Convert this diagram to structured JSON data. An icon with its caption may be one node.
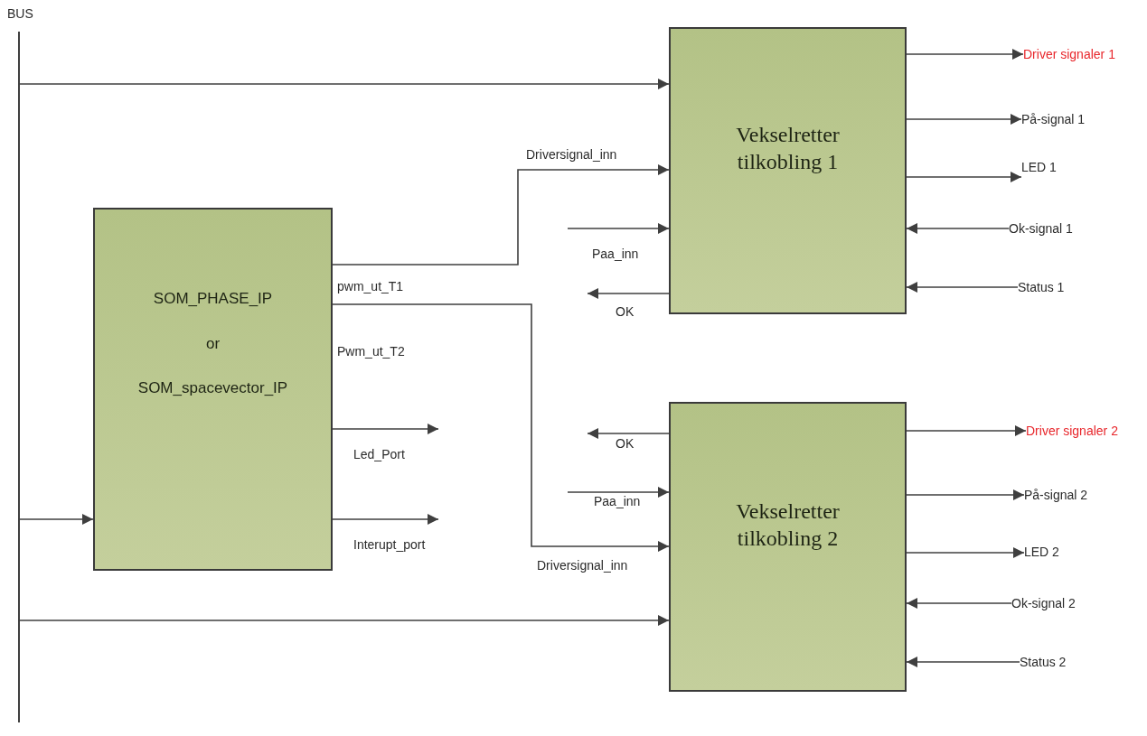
{
  "diagram": {
    "nodes": [
      {
        "text": [],
        "shape": "bar"
      },
      {
        "text": [
          "SOM_PHASE_IP",
          "or",
          "SOM_spacevector_IP"
        ]
      },
      {
        "text": [
          "Vekselretter tilkobling 1"
        ]
      },
      {
        "text": [
          "Vekselretter tilkobling 2"
        ]
      },
      {
        "text": [
          "Driver signaler 1"
        ]
      },
      {
        "text": [
          "På-signal 1"
        ]
      },
      {
        "text": [
          "LED 1"
        ]
      },
      {
        "text": [
          "Ok-signal 1"
        ]
      },
      {
        "text": [
          "Status 1"
        ]
      },
      {
        "text": [
          "Driver signaler 2"
        ]
      },
      {
        "text": [
          "På-signal 2"
        ]
      },
      {
        "text": [
          "LED 2"
        ]
      },
      {
        "text": [
          "Ok-signal 2"
        ]
      },
      {
        "text": [
          "Status 2"
        ]
      }
    ],
    "edges": [
      {
        "from": 0,
        "to": 2,
        "arrow": "to"
      },
      {
        "from": 1,
        "to": 2,
        "arrow": "to",
        "label": "pwm_ut_T1"
      },
      {
        "from": null,
        "to": 2,
        "arrow": "to",
        "label": "Paa_inn"
      },
      {
        "from": 2,
        "to": null,
        "arrow": "to",
        "label": "OK"
      },
      {
        "from": 2,
        "to": 4,
        "arrow": "to"
      },
      {
        "from": 2,
        "to": 5,
        "arrow": "to"
      },
      {
        "from": 2,
        "to": 6,
        "arrow": "to"
      },
      {
        "from": 7,
        "to": 2,
        "arrow": "to"
      },
      {
        "from": 8,
        "to": 2,
        "arrow": "to"
      },
      {
        "from": 1,
        "to": null,
        "arrow": "to",
        "label": "Led_Port"
      },
      {
        "from": 0,
        "to": 1,
        "arrow": "to"
      },
      {
        "from": 1,
        "to": null,
        "arrow": "to",
        "label": "Interupt_port"
      },
      {
        "from": 1,
        "to": 3,
        "arrow": "to",
        "label": "Pwm_ut_T2"
      },
      {
        "from": 3,
        "to": null,
        "arrow": "to",
        "label": "OK"
      },
      {
        "from": null,
        "to": 3,
        "arrow": "to",
        "label": "Paa_inn"
      },
      {
        "from": 0,
        "to": 3,
        "arrow": "to"
      },
      {
        "from": 3,
        "to": 9,
        "arrow": "to"
      },
      {
        "from": 3,
        "to": 10,
        "arrow": "to"
      },
      {
        "from": 3,
        "to": 11,
        "arrow": "to"
      },
      {
        "from": 12,
        "to": 3,
        "arrow": "to"
      },
      {
        "from": 13,
        "to": 3,
        "arrow": "to"
      }
    ],
    "labels": [
      "BUS",
      "Driversignal_inn",
      "Driversignal_inn"
    ]
  }
}
